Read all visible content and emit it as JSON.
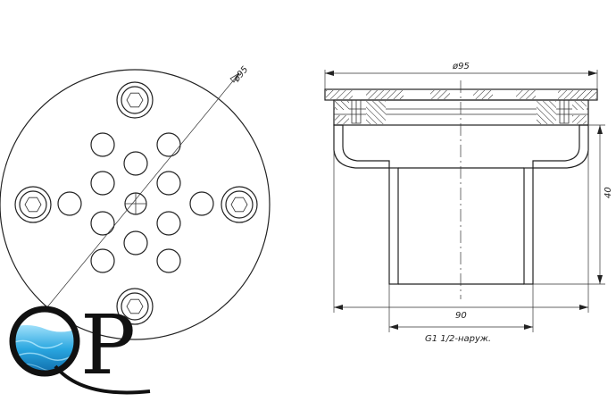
{
  "drawing": {
    "top_view": {
      "diameter_label": "ø95"
    },
    "section_view": {
      "diameter_label": "ø95",
      "height_label": "40",
      "pipe_width_label": "90",
      "thread_label": "G1 1/2-наруж."
    }
  },
  "logo": {
    "letter_left": "Q",
    "letter_right": "P",
    "colors": {
      "water_light": "#7fd3f5",
      "water_mid": "#29a6e0",
      "water_dark": "#0d6fb3",
      "ink": "#111111"
    }
  }
}
